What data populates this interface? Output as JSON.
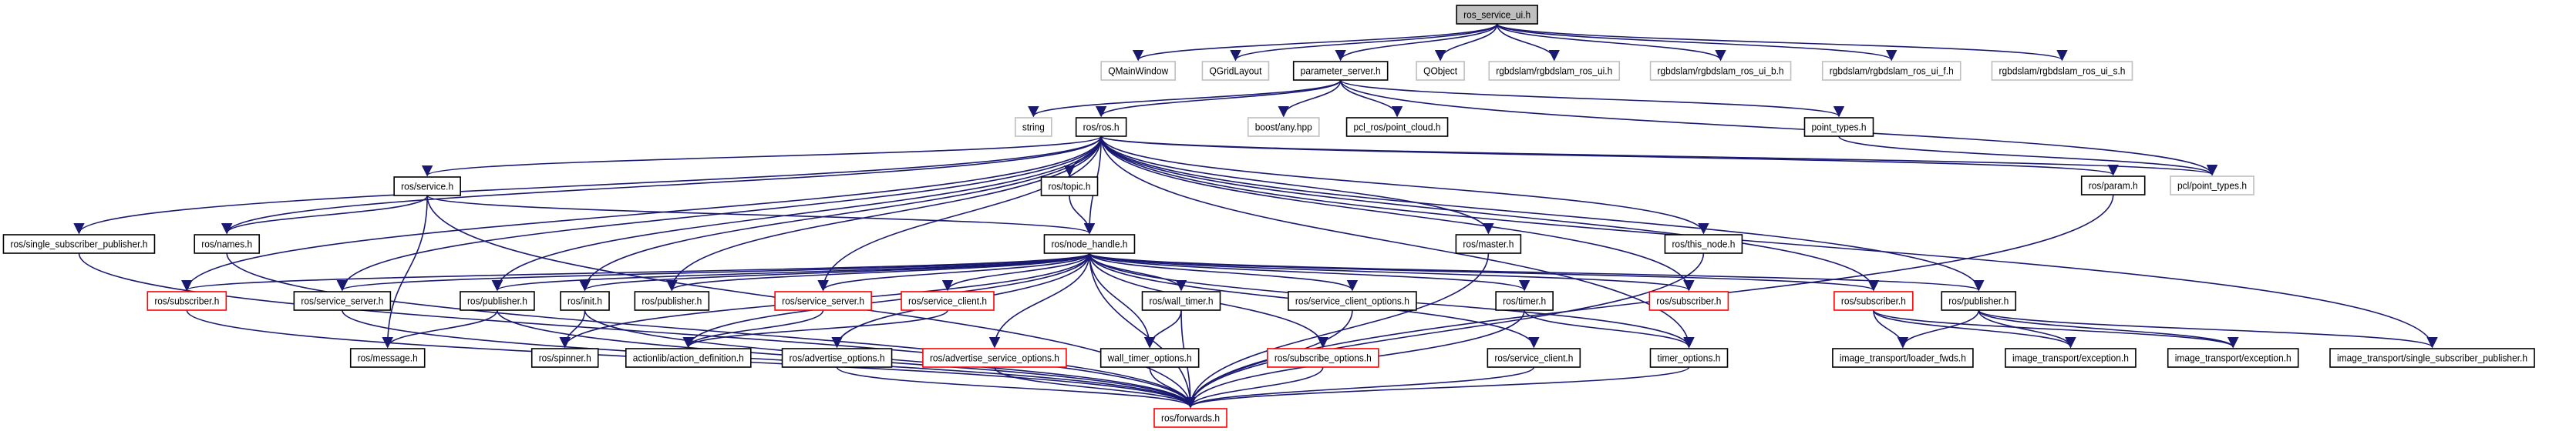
{
  "title": "ros_service_ui.h include dependency graph",
  "colors": {
    "edge": "#191970",
    "root_fill": "#bfbfbf",
    "documented_border": "#000000",
    "undocumented_border": "#bfbfbf",
    "truncated_border": "#ff0000",
    "node_fill": "#ffffff"
  },
  "nodes": [
    {
      "id": "root",
      "label": "ros_service_ui.h",
      "type": "root"
    },
    {
      "id": "qmainwindow",
      "label": "QMainWindow",
      "type": "external"
    },
    {
      "id": "qgridlayout",
      "label": "QGridLayout",
      "type": "external"
    },
    {
      "id": "parameter_server",
      "label": "parameter_server.h",
      "type": "documented"
    },
    {
      "id": "qobject",
      "label": "QObject",
      "type": "external"
    },
    {
      "id": "rgbd_ui",
      "label": "rgbdslam/rgbdslam_ros_ui.h",
      "type": "external"
    },
    {
      "id": "rgbd_ui_b",
      "label": "rgbdslam/rgbdslam_ros_ui_b.h",
      "type": "external"
    },
    {
      "id": "rgbd_ui_f",
      "label": "rgbdslam/rgbdslam_ros_ui_f.h",
      "type": "external"
    },
    {
      "id": "rgbd_ui_s",
      "label": "rgbdslam/rgbdslam_ros_ui_s.h",
      "type": "external"
    },
    {
      "id": "string",
      "label": "string",
      "type": "external"
    },
    {
      "id": "ros_ros",
      "label": "ros/ros.h",
      "type": "documented"
    },
    {
      "id": "boost_any",
      "label": "boost/any.hpp",
      "type": "external"
    },
    {
      "id": "pcl_ros_pc",
      "label": "pcl_ros/point_cloud.h",
      "type": "documented"
    },
    {
      "id": "point_types",
      "label": "point_types.h",
      "type": "documented"
    },
    {
      "id": "pcl_point_types",
      "label": "pcl/point_types.h",
      "type": "external"
    },
    {
      "id": "ros_param",
      "label": "ros/param.h",
      "type": "documented"
    },
    {
      "id": "ros_service",
      "label": "ros/service.h",
      "type": "documented"
    },
    {
      "id": "ros_topic",
      "label": "ros/topic.h",
      "type": "documented"
    },
    {
      "id": "single_sub_pub",
      "label": "ros/single_subscriber_publisher.h",
      "type": "documented"
    },
    {
      "id": "ros_names",
      "label": "ros/names.h",
      "type": "documented"
    },
    {
      "id": "node_handle",
      "label": "ros/node_handle.h",
      "type": "documented"
    },
    {
      "id": "ros_master",
      "label": "ros/master.h",
      "type": "documented"
    },
    {
      "id": "ros_this_node",
      "label": "ros/this_node.h",
      "type": "documented"
    },
    {
      "id": "ros_subscriber1",
      "label": "ros/subscriber.h",
      "type": "truncated"
    },
    {
      "id": "ros_service_server1",
      "label": "ros/service_server.h",
      "type": "documented"
    },
    {
      "id": "ros_publisher1",
      "label": "ros/publisher.h",
      "type": "documented"
    },
    {
      "id": "ros_init",
      "label": "ros/init.h",
      "type": "documented"
    },
    {
      "id": "ros_publisher2",
      "label": "ros/publisher.h",
      "type": "documented"
    },
    {
      "id": "ros_service_server2",
      "label": "ros/service_server.h",
      "type": "truncated"
    },
    {
      "id": "ros_service_client1",
      "label": "ros/service_client.h",
      "type": "truncated"
    },
    {
      "id": "ros_wall_timer",
      "label": "ros/wall_timer.h",
      "type": "documented"
    },
    {
      "id": "ros_service_client_options",
      "label": "ros/service_client_options.h",
      "type": "documented"
    },
    {
      "id": "ros_timer",
      "label": "ros/timer.h",
      "type": "documented"
    },
    {
      "id": "ros_subscriber2",
      "label": "ros/subscriber.h",
      "type": "truncated"
    },
    {
      "id": "ros_subscriber3",
      "label": "ros/subscriber.h",
      "type": "truncated"
    },
    {
      "id": "ros_publisher3",
      "label": "ros/publisher.h",
      "type": "documented"
    },
    {
      "id": "ros_message",
      "label": "ros/message.h",
      "type": "documented"
    },
    {
      "id": "ros_spinner",
      "label": "ros/spinner.h",
      "type": "documented"
    },
    {
      "id": "action_definition",
      "label": "actionlib/action_definition.h",
      "type": "documented"
    },
    {
      "id": "advertise_options",
      "label": "ros/advertise_options.h",
      "type": "documented"
    },
    {
      "id": "advertise_service_options",
      "label": "ros/advertise_service_options.h",
      "type": "truncated"
    },
    {
      "id": "wall_timer_options",
      "label": "wall_timer_options.h",
      "type": "documented"
    },
    {
      "id": "subscribe_options",
      "label": "ros/subscribe_options.h",
      "type": "truncated"
    },
    {
      "id": "ros_service_client2",
      "label": "ros/service_client.h",
      "type": "documented"
    },
    {
      "id": "timer_options",
      "label": "timer_options.h",
      "type": "documented"
    },
    {
      "id": "it_loader_fwds",
      "label": "image_transport/loader_fwds.h",
      "type": "documented"
    },
    {
      "id": "it_exception1",
      "label": "image_transport/exception.h",
      "type": "documented"
    },
    {
      "id": "it_exception2",
      "label": "image_transport/exception.h",
      "type": "documented"
    },
    {
      "id": "it_single_sub_pub",
      "label": "image_transport/single_subscriber_publisher.h",
      "type": "documented"
    },
    {
      "id": "ros_forwards",
      "label": "ros/forwards.h",
      "type": "truncated"
    }
  ],
  "edges": [
    [
      "root",
      "qmainwindow"
    ],
    [
      "root",
      "qgridlayout"
    ],
    [
      "root",
      "parameter_server"
    ],
    [
      "root",
      "qobject"
    ],
    [
      "root",
      "rgbd_ui"
    ],
    [
      "root",
      "rgbd_ui_b"
    ],
    [
      "root",
      "rgbd_ui_f"
    ],
    [
      "root",
      "rgbd_ui_s"
    ],
    [
      "parameter_server",
      "string"
    ],
    [
      "parameter_server",
      "ros_ros"
    ],
    [
      "parameter_server",
      "boost_any"
    ],
    [
      "parameter_server",
      "pcl_ros_pc"
    ],
    [
      "parameter_server",
      "point_types"
    ],
    [
      "parameter_server",
      "pcl_point_types"
    ],
    [
      "point_types",
      "pcl_point_types"
    ],
    [
      "ros_ros",
      "ros_param"
    ],
    [
      "ros_ros",
      "pcl_point_types"
    ],
    [
      "ros_ros",
      "ros_service"
    ],
    [
      "ros_ros",
      "ros_topic"
    ],
    [
      "ros_ros",
      "single_sub_pub"
    ],
    [
      "ros_ros",
      "ros_names"
    ],
    [
      "ros_ros",
      "node_handle"
    ],
    [
      "ros_ros",
      "ros_master"
    ],
    [
      "ros_ros",
      "ros_this_node"
    ],
    [
      "ros_ros",
      "ros_subscriber1"
    ],
    [
      "ros_ros",
      "ros_service_server1"
    ],
    [
      "ros_ros",
      "ros_publisher1"
    ],
    [
      "ros_ros",
      "ros_init"
    ],
    [
      "ros_ros",
      "ros_publisher2"
    ],
    [
      "ros_ros",
      "ros_service_server2"
    ],
    [
      "ros_ros",
      "ros_subscriber2"
    ],
    [
      "ros_ros",
      "ros_subscriber3"
    ],
    [
      "ros_ros",
      "ros_publisher3"
    ],
    [
      "ros_ros",
      "timer_options"
    ],
    [
      "ros_ros",
      "it_single_sub_pub"
    ],
    [
      "ros_service",
      "ros_names"
    ],
    [
      "ros_service",
      "node_handle"
    ],
    [
      "ros_service",
      "ros_message"
    ],
    [
      "ros_service",
      "ros_forwards"
    ],
    [
      "ros_topic",
      "node_handle"
    ],
    [
      "node_handle",
      "ros_subscriber1"
    ],
    [
      "node_handle",
      "ros_service_server1"
    ],
    [
      "node_handle",
      "ros_publisher1"
    ],
    [
      "node_handle",
      "ros_init"
    ],
    [
      "node_handle",
      "ros_publisher2"
    ],
    [
      "node_handle",
      "ros_service_server2"
    ],
    [
      "node_handle",
      "ros_service_client1"
    ],
    [
      "node_handle",
      "ros_wall_timer"
    ],
    [
      "node_handle",
      "ros_service_client_options"
    ],
    [
      "node_handle",
      "ros_timer"
    ],
    [
      "node_handle",
      "ros_subscriber2"
    ],
    [
      "node_handle",
      "ros_subscriber3"
    ],
    [
      "node_handle",
      "ros_publisher3"
    ],
    [
      "node_handle",
      "ros_spinner"
    ],
    [
      "node_handle",
      "action_definition"
    ],
    [
      "node_handle",
      "advertise_options"
    ],
    [
      "node_handle",
      "advertise_service_options"
    ],
    [
      "node_handle",
      "wall_timer_options"
    ],
    [
      "node_handle",
      "subscribe_options"
    ],
    [
      "node_handle",
      "ros_service_client2"
    ],
    [
      "node_handle",
      "timer_options"
    ],
    [
      "node_handle",
      "ros_forwards"
    ],
    [
      "ros_master",
      "ros_forwards"
    ],
    [
      "ros_this_node",
      "ros_forwards"
    ],
    [
      "single_sub_pub",
      "ros_forwards"
    ],
    [
      "ros_names",
      "ros_forwards"
    ],
    [
      "ros_subscriber1",
      "ros_forwards"
    ],
    [
      "ros_service_server1",
      "ros_forwards"
    ],
    [
      "ros_publisher1",
      "ros_message"
    ],
    [
      "ros_publisher1",
      "ros_forwards"
    ],
    [
      "ros_init",
      "ros_spinner"
    ],
    [
      "ros_init",
      "ros_forwards"
    ],
    [
      "ros_service_server2",
      "action_definition"
    ],
    [
      "ros_service_client1",
      "action_definition"
    ],
    [
      "ros_wall_timer",
      "wall_timer_options"
    ],
    [
      "ros_wall_timer",
      "ros_forwards"
    ],
    [
      "ros_service_client_options",
      "ros_forwards"
    ],
    [
      "ros_timer",
      "timer_options"
    ],
    [
      "ros_timer",
      "ros_forwards"
    ],
    [
      "ros_subscriber3",
      "it_loader_fwds"
    ],
    [
      "ros_subscriber3",
      "it_exception1"
    ],
    [
      "ros_subscriber3",
      "it_exception2"
    ],
    [
      "ros_publisher3",
      "it_loader_fwds"
    ],
    [
      "ros_publisher3",
      "it_exception1"
    ],
    [
      "ros_publisher3",
      "it_exception2"
    ],
    [
      "ros_publisher3",
      "it_single_sub_pub"
    ],
    [
      "advertise_options",
      "ros_forwards"
    ],
    [
      "advertise_service_options",
      "ros_forwards"
    ],
    [
      "wall_timer_options",
      "ros_forwards"
    ],
    [
      "subscribe_options",
      "ros_forwards"
    ],
    [
      "ros_service_client2",
      "ros_forwards"
    ],
    [
      "timer_options",
      "ros_forwards"
    ],
    [
      "ros_param",
      "ros_forwards"
    ]
  ]
}
